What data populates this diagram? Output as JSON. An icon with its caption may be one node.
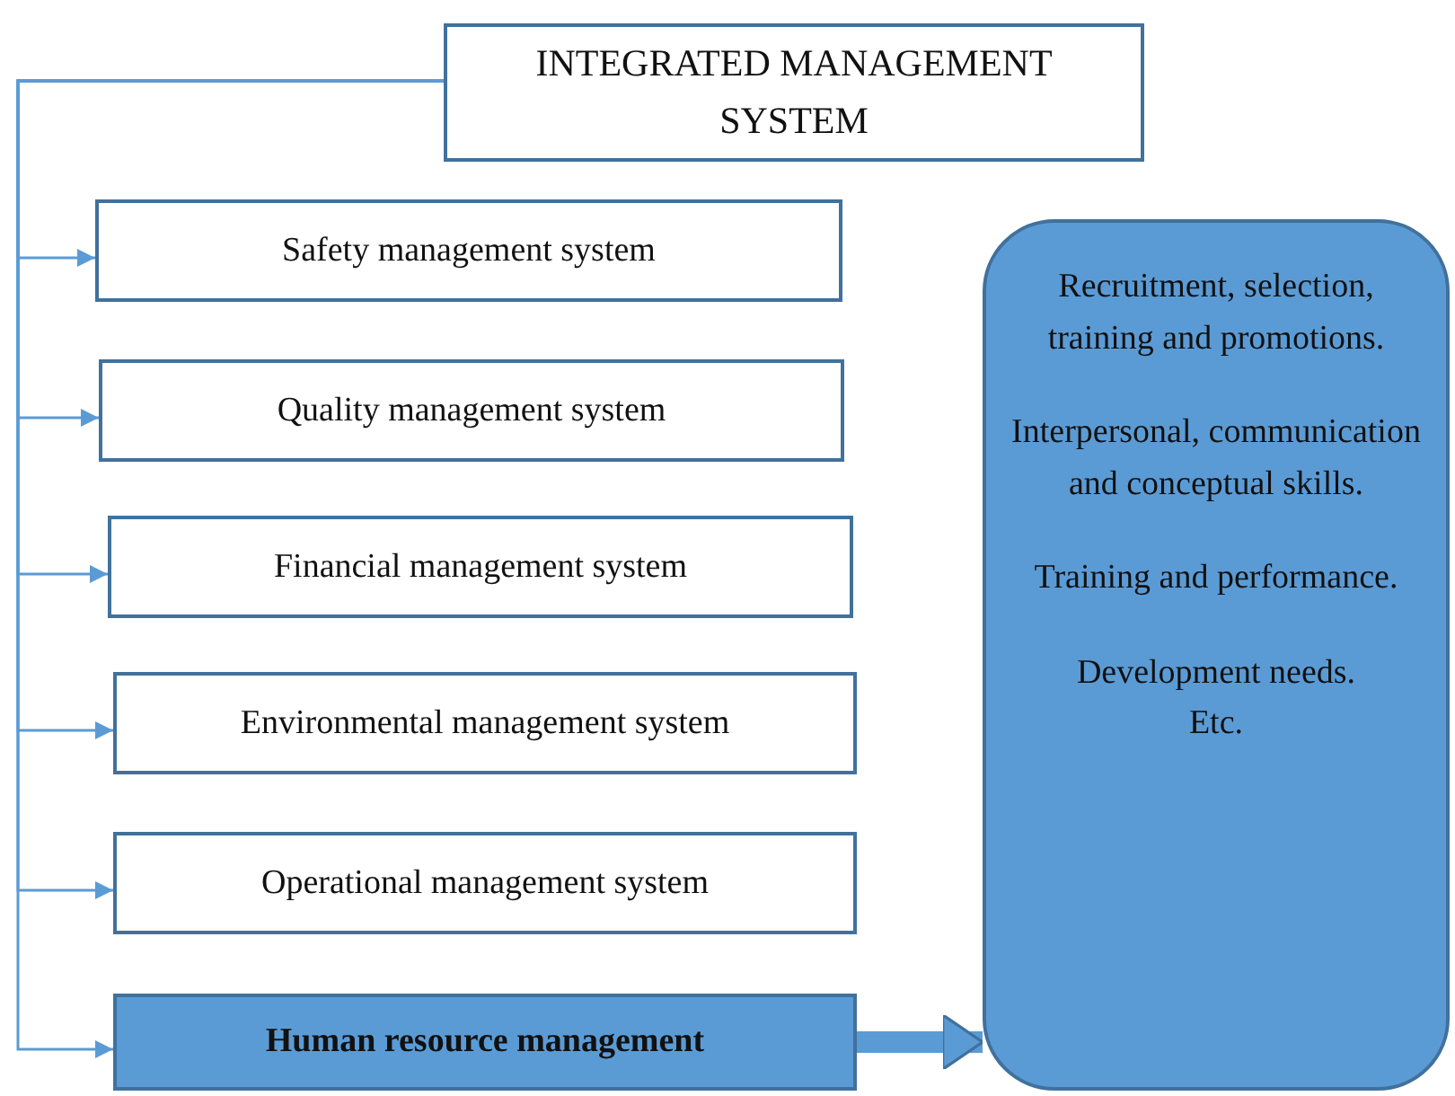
{
  "diagram": {
    "nodes": [
      {
        "text": [
          "INTEGRATED MANAGEMENT SYSTEM"
        ]
      },
      {
        "text": [
          "Safety management system"
        ]
      },
      {
        "text": [
          "Quality management system"
        ]
      },
      {
        "text": [
          "Financial management system"
        ]
      },
      {
        "text": [
          "Environmental management system"
        ]
      },
      {
        "text": [
          "Operational management system"
        ]
      },
      {
        "text": [
          "Human resource management"
        ]
      },
      {
        "text": [
          "Recruitment, selection, training and promotions.",
          "Interpersonal, communication and conceptual skills.",
          "Training and performance.",
          "Development needs.",
          "Etc."
        ]
      }
    ],
    "edges": [
      {
        "from": 0,
        "to": 1,
        "arrow": "to"
      },
      {
        "from": 0,
        "to": 2,
        "arrow": "to"
      },
      {
        "from": 0,
        "to": 3,
        "arrow": "to"
      },
      {
        "from": 0,
        "to": 4,
        "arrow": "to"
      },
      {
        "from": 0,
        "to": 5,
        "arrow": "to"
      },
      {
        "from": 0,
        "to": 6,
        "arrow": "to"
      },
      {
        "from": 6,
        "to": 7,
        "arrow": "to",
        "style": "thick"
      }
    ]
  }
}
